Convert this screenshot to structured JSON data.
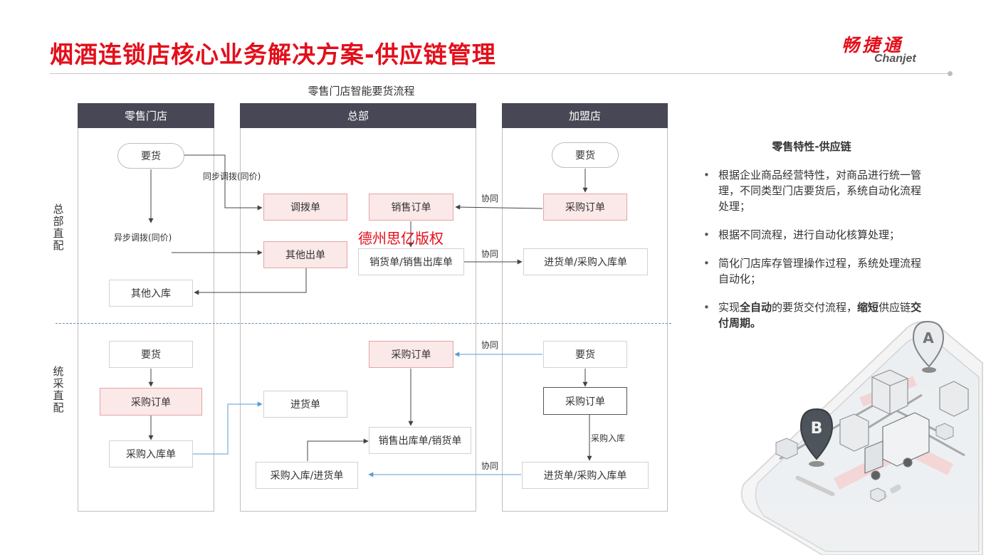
{
  "header": {
    "title": "烟酒连锁店核心业务解决方案-供应链管理",
    "logo_cn": "畅捷通",
    "logo_en": "Chanjet"
  },
  "diagram": {
    "flow_title": "零售门店智能要货流程",
    "lanes": {
      "store": "零售门店",
      "hq": "总部",
      "franchise": "加盟店"
    },
    "sections": {
      "hq_direct": "总部直配",
      "unified": "统采直配"
    },
    "watermark": "德州思亿版权",
    "nodes": {
      "store_request_1": "要货",
      "transfer_order": "调拨单",
      "sales_order": "销售订单",
      "franchise_request_1": "要货",
      "franchise_po_1": "采购订单",
      "other_out": "其他出单",
      "sales_out": "销货单/销售出库单",
      "franchise_in_1": "进货单/采购入库单",
      "other_in": "其他入库",
      "store_request_2": "要货",
      "hq_po": "采购订单",
      "franchise_request_2": "要货",
      "store_po": "采购订单",
      "hq_receipt": "进货单",
      "franchise_po_2": "采购订单",
      "store_in": "采购入库单",
      "hq_sales_out": "销售出库单/销货单",
      "hq_purchase_in": "采购入库/进货单",
      "franchise_in_2": "进货单/采购入库单"
    },
    "edge_labels": {
      "sync_transfer": "同步调拨(同价)",
      "async_transfer": "异步调拨(同价)",
      "collab_1": "协同",
      "collab_2": "协同",
      "collab_3": "协同",
      "collab_4": "协同",
      "purchase_in": "采购入库"
    }
  },
  "side_panel": {
    "title": "零售特性-供应链",
    "bullets": [
      {
        "text": "根据企业商品经营特性，对商品进行统一管理，不同类型门店要货后，系统自动化流程处理；"
      },
      {
        "text": "根据不同流程，进行自动化核算处理；"
      },
      {
        "text": "简化门店库存管理操作过程，系统处理流程自动化；"
      },
      {
        "pre": "实现",
        "b1": "全自动",
        "mid": "的要货交付流程，",
        "b2": "缩短",
        "post": "供应链",
        "b3": "交付周期。"
      }
    ]
  },
  "illustration": {
    "pin_a": "A",
    "pin_b": "B"
  },
  "colors": {
    "brand_red": "#e30f1b",
    "lane_header": "#474755",
    "node_pink": "#fbe8e8",
    "collab_arrow": "#5b9bd5"
  }
}
